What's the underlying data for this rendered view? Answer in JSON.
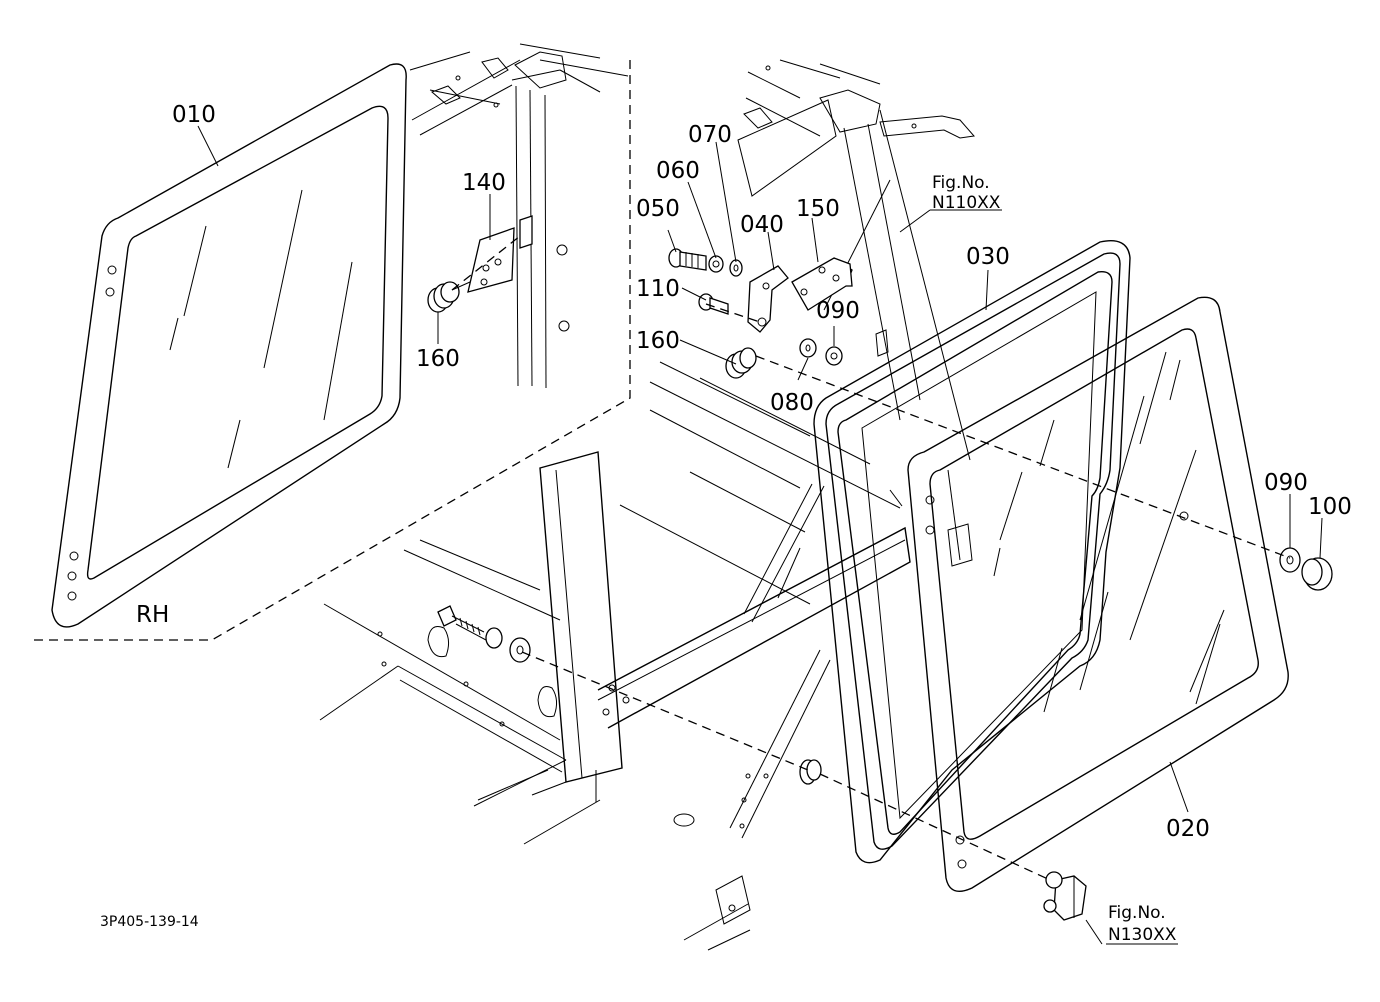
{
  "labels": {
    "p010": "010",
    "p020": "020",
    "p030": "030",
    "p040": "040",
    "p050": "050",
    "p060": "060",
    "p070": "070",
    "p080": "080",
    "p090a": "090",
    "p090b": "090",
    "p100": "100",
    "p110": "110",
    "p140": "140",
    "p150": "150",
    "p160a": "160",
    "p160b": "160",
    "side": "RH"
  },
  "figrefs": {
    "upper_title": "Fig.No.",
    "upper_code": "N110XX",
    "lower_title": "Fig.No.",
    "lower_code": "N130XX"
  },
  "drawing_code": "3P405-139-14"
}
